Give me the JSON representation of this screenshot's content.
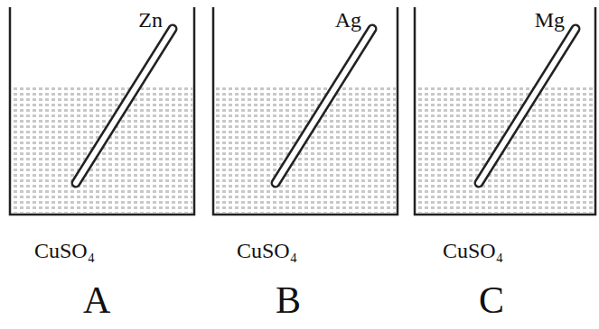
{
  "diagram": {
    "labels": [
      "Zn",
      "Ag",
      "Mg",
      "CuSO₄",
      "CuSO₄",
      "CuSO₄",
      "A",
      "B",
      "C"
    ]
  }
}
